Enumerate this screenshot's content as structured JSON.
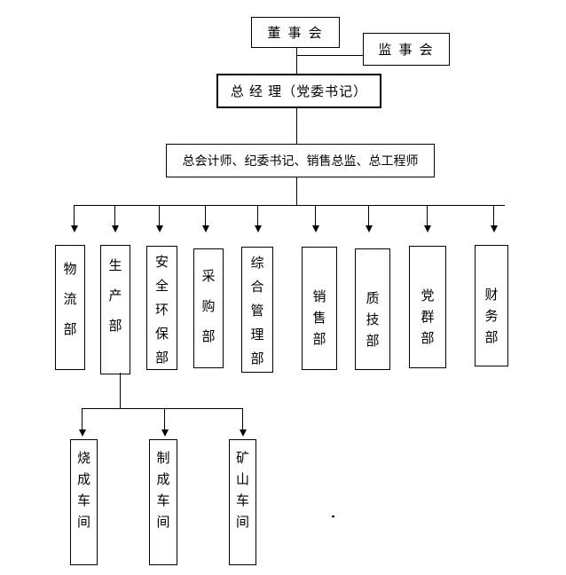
{
  "chart": {
    "board": "董 事 会",
    "supervisory": "监 事 会",
    "general_manager": "总 经 理（党委书记）",
    "senior_staff_line": "总会计师、纪委书记、销售总监、总工程师",
    "departments": [
      {
        "label": "物流部"
      },
      {
        "label": "生产部"
      },
      {
        "label": "安全环保部"
      },
      {
        "label": "采购部"
      },
      {
        "label": "综合管理部"
      },
      {
        "label": "销售部"
      },
      {
        "label": "质技部"
      },
      {
        "label": "党群部"
      },
      {
        "label": "财务部"
      }
    ],
    "workshops": [
      {
        "label": "烧成车间"
      },
      {
        "label": "制成车间"
      },
      {
        "label": "矿山车间"
      }
    ],
    "workshops_parent": "生产部",
    "stray_mark": "."
  },
  "colors": {
    "line": "#000000",
    "border": "#000000",
    "text": "#000000",
    "background": "#ffffff"
  }
}
